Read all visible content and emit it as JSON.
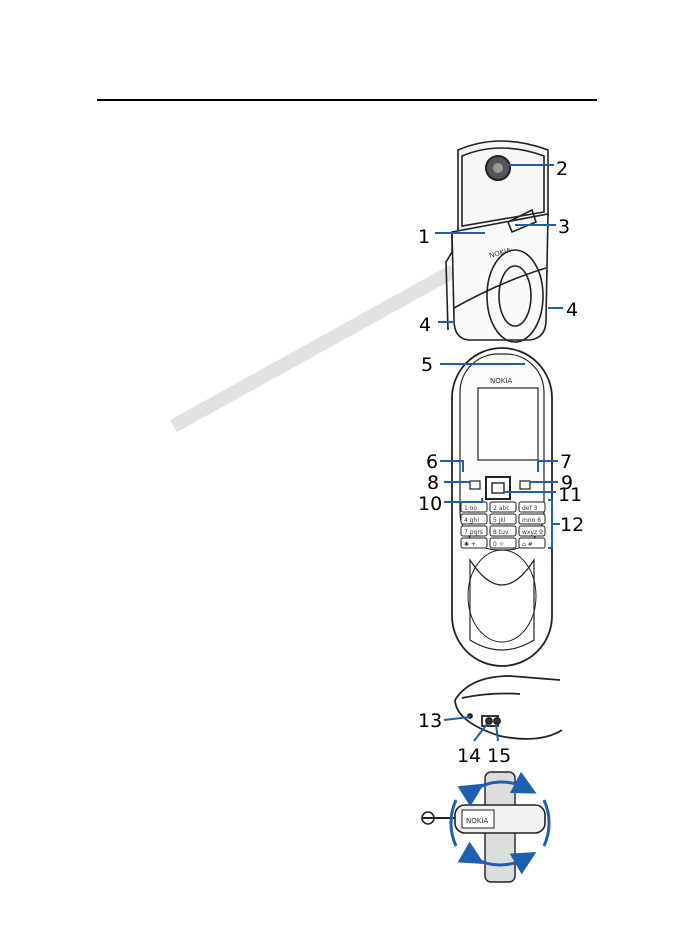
{
  "document": {
    "callouts": [
      "1",
      "2",
      "3",
      "4",
      "4",
      "5",
      "6",
      "7",
      "8",
      "9",
      "10",
      "11",
      "12",
      "13",
      "14",
      "15"
    ],
    "brand_text": "NOKIA",
    "keypad": [
      "1 oo",
      "2 abc",
      "def 3",
      "4 ghi",
      "5 jkl",
      "mno 6",
      "7 pqrs",
      "8 tuv",
      "wxyz 9",
      "✱ +",
      "0 ☼",
      "⌂ #"
    ],
    "colors": {
      "leader": "#1f5fb0",
      "arrow": "#1f5fb0",
      "watermark": "#e2e2e2"
    }
  }
}
